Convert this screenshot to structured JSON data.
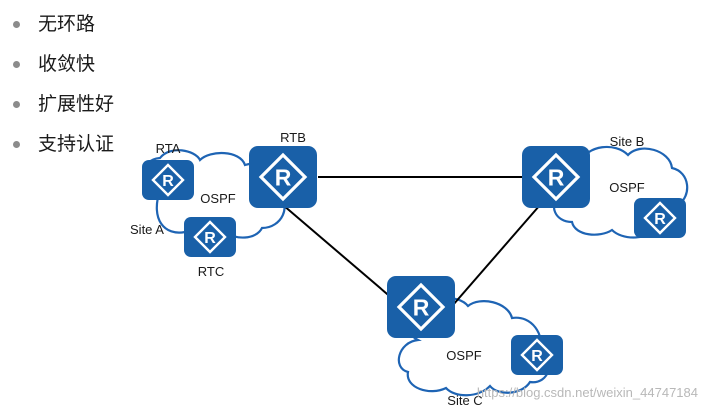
{
  "bullets": [
    "无环路",
    "收敛快",
    "扩展性好",
    "支持认证"
  ],
  "labels": {
    "rta": "RTA",
    "rtb": "RTB",
    "rtc": "RTC",
    "site_a": "Site A",
    "site_b": "Site B",
    "site_c": "Site C",
    "ospf_a": "OSPF",
    "ospf_b": "OSPF",
    "ospf_c": "OSPF"
  },
  "watermark": "https://blog.csdn.net/weixin_44747184",
  "colors": {
    "router_fill": "#1960a8",
    "router_icon": "#ffffff",
    "cloud_stroke": "#1e64b4",
    "cloud_fill": "#ffffff",
    "link": "#000000",
    "text": "#1a1a1a",
    "watermark": "#b8b8b8"
  },
  "icons": {
    "router": "router-icon",
    "cloud": "cloud-icon"
  }
}
